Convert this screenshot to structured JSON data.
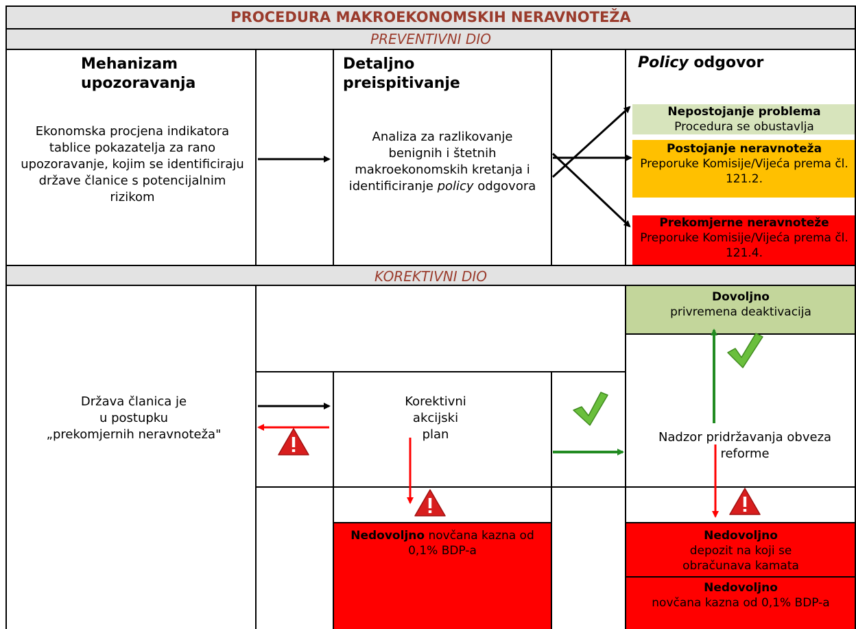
{
  "header": {
    "title": "PROCEDURA MAKROEKONOMSKIH NERAVNOTEŽA",
    "preventive": "PREVENTIVNI DIO",
    "corrective": "KOREKTIVNI DIO"
  },
  "preventive": {
    "mechanism_title_1": "Mehanizam",
    "mechanism_title_2": "upozoravanja",
    "mechanism_text": "Ekonomska procjena indikatora tablice pokazatelja za rano upozoravanje, kojim se identificiraju države članice s potencijalnim rizikom",
    "review_title_1": "Detaljno",
    "review_title_2": "preispitivanje",
    "review_text_1": "Analiza za razlikovanje benignih i štetnih makroekonomskih kretanja i identificiranje",
    "review_text_italic": "policy",
    "review_text_2": " odgovora",
    "response_title_italic": "Policy",
    "response_title_rest": " odgovor",
    "outcomes": [
      {
        "title": "Nepostojanje problema",
        "text": "Procedura se obustavlja",
        "color": "#d7e4bc"
      },
      {
        "title": "Postojanje neravnoteža",
        "text": "Preporuke Komisije/Vijeća prema čl. 121.2.",
        "color": "#ffc000"
      },
      {
        "title": "Prekomjerne neravnoteže",
        "text": "Preporuke Komisije/Vijeća prema čl. 121.4.",
        "color": "#ff0000"
      }
    ]
  },
  "corrective": {
    "state_text_1": "Država članica je",
    "state_text_2": "u postupku",
    "state_text_3": "„prekomjernih neravnoteža\"",
    "plan_text_1": "Korektivni",
    "plan_text_2": "akcijski",
    "plan_text_3": "plan",
    "monitor_text_1": "Nadzor pridržavanja obveza",
    "monitor_text_2": "reforme",
    "sufficient_title": "Dovoljno",
    "sufficient_text": "privremena deaktivacija",
    "sufficient_color": "#c3d69b",
    "insufficient_plan_title": "Nedovoljno",
    "insufficient_plan_text": " novčana kazna od 0,1% BDP-a",
    "insufficient_deposit_title": "Nedovoljno",
    "insufficient_deposit_text": "depozit na koji se obračunava kamata",
    "insufficient_fine_title": "Nedovoljno",
    "insufficient_fine_text": "novčana kazna od 0,1% BDP-a",
    "insufficient_color": "#ff0000"
  },
  "icons": [
    "arrow-right-icon",
    "arrow-left-icon",
    "arrow-down-icon",
    "arrow-up-icon",
    "warning-icon",
    "check-icon"
  ]
}
